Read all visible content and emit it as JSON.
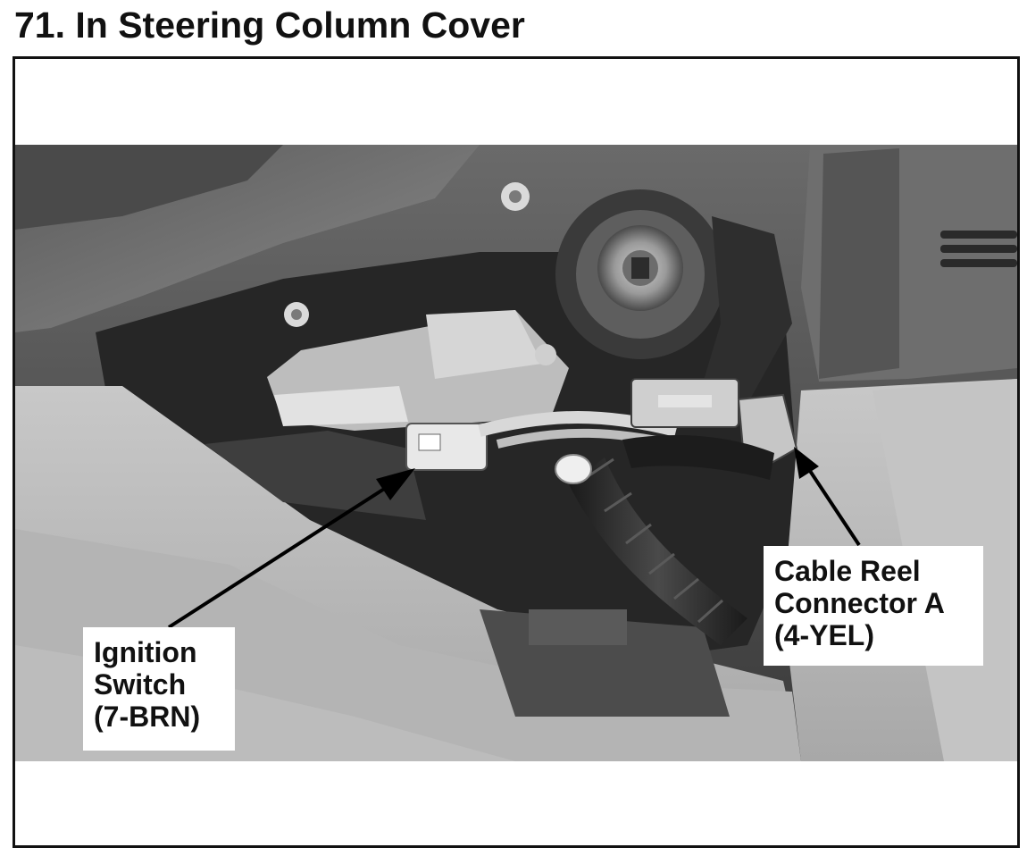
{
  "page": {
    "title": "71. In Steering Column Cover"
  },
  "figure": {
    "photo_icon": "steering-column-photo",
    "callouts": [
      {
        "id": "ignition-switch",
        "lines": [
          "Ignition",
          "Switch",
          "(7-BRN)"
        ]
      },
      {
        "id": "cable-reel-connector-a",
        "lines": [
          "Cable Reel",
          "Connector A",
          "(4-YEL)"
        ]
      }
    ]
  }
}
